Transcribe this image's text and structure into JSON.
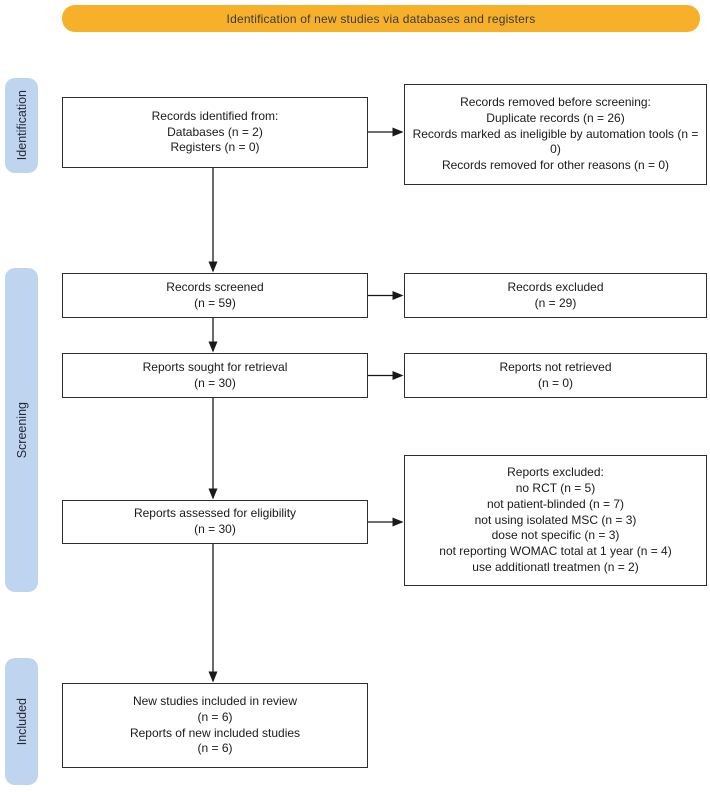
{
  "banner": {
    "label": "Identification of new studies via databases and registers"
  },
  "stages": [
    {
      "label": "Identification"
    },
    {
      "label": "Screening"
    },
    {
      "label": "Included"
    }
  ],
  "boxes": {
    "records_identified": {
      "lines": [
        "Records identified from:",
        "Databases (n = 2)",
        "Registers (n = 0)"
      ]
    },
    "records_removed": {
      "lines": [
        "Records removed before screening:",
        "Duplicate records (n = 26)",
        "Records marked as ineligible by automation tools (n = 0)",
        "Records removed for other reasons (n = 0)"
      ]
    },
    "records_screened": {
      "lines": [
        "Records screened",
        "(n = 59)"
      ]
    },
    "records_excluded": {
      "lines": [
        "Records excluded",
        "(n = 29)"
      ]
    },
    "reports_sought": {
      "lines": [
        "Reports sought for retrieval",
        "(n = 30)"
      ]
    },
    "reports_not_retrieved": {
      "lines": [
        "Reports not retrieved",
        "(n = 0)"
      ]
    },
    "reports_assessed": {
      "lines": [
        "Reports assessed for eligibility",
        "(n = 30)"
      ]
    },
    "reports_excluded": {
      "lines": [
        "Reports excluded:",
        "no RCT (n = 5)",
        "not patient-blinded (n = 7)",
        "not using isolated MSC (n = 3)",
        "dose not specific (n = 3)",
        "not reporting WOMAC total at 1 year (n = 4)",
        "use additionatl treatmen (n = 2)"
      ]
    },
    "new_studies_included": {
      "lines": [
        "New studies included in review",
        "(n = 6)",
        "Reports of new included studies",
        "(n = 6)"
      ]
    }
  },
  "colors": {
    "banner_bg": "#F6B02A",
    "stage_bg": "#BFD4EE",
    "box_border": "#2E2E2E",
    "arrow": "#1A1A1A",
    "background": "#FFFFFF"
  }
}
